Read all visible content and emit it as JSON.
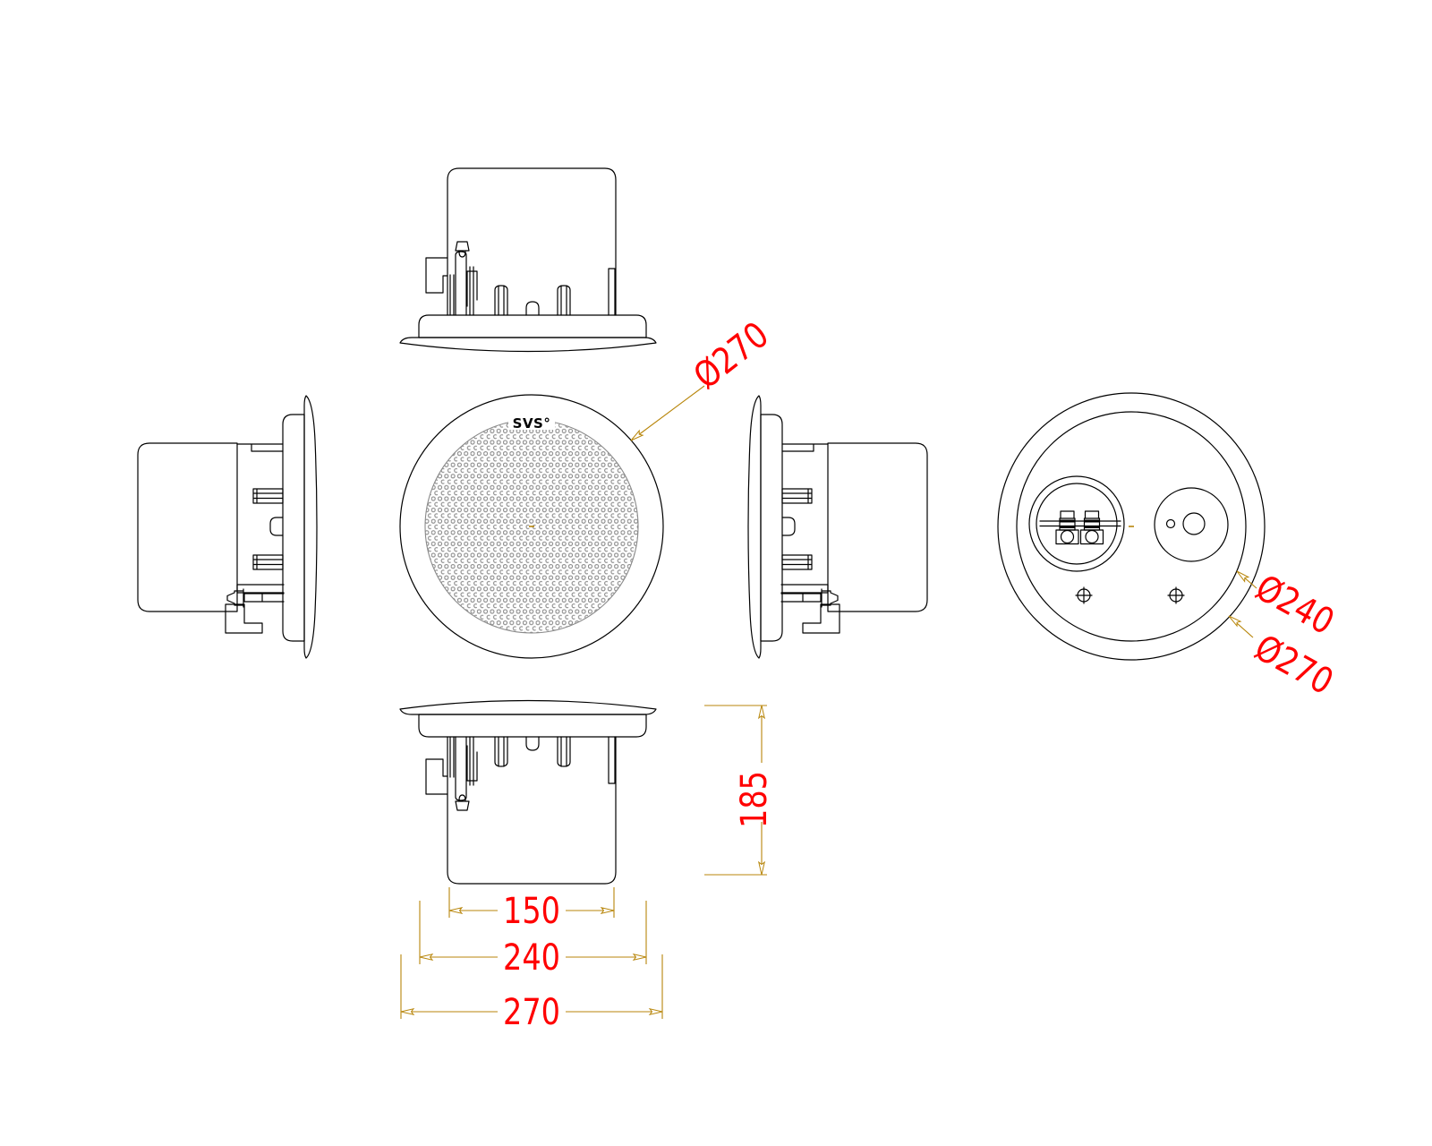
{
  "drawing": {
    "title": "ceiling-speaker-dimension-drawing",
    "logo": "SVS°",
    "labels": {
      "front_diameter": "Ø270",
      "rear_flange_diameter": "Ø240",
      "rear_trim_diameter": "Ø270",
      "depth": "185",
      "body_width": "150",
      "flange_width": "240",
      "trim_width": "270"
    },
    "colors": {
      "line": "#000000",
      "dimension_line": "#B8860B",
      "label_text": "#FF0000",
      "grille": "#8A8A8A",
      "background": "#FFFFFF"
    }
  }
}
